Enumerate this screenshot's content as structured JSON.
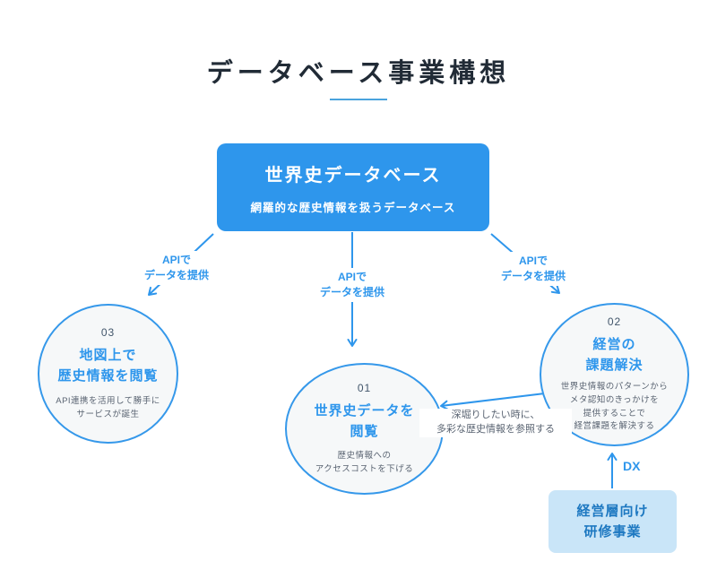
{
  "page": {
    "title": "データベース事業構想",
    "accent_color": "#2e96ec",
    "underline_color": "#4aa3dd",
    "background_color": "#ffffff",
    "title_color": "#212b36"
  },
  "database_box": {
    "title": "世界史データベース",
    "subtitle": "網羅的な歴史情報を扱うデータベース",
    "background_color": "#2e96ec",
    "text_color": "#ffffff"
  },
  "api_arrows": {
    "left": {
      "line1": "APIで",
      "line2": "データを提供"
    },
    "center": {
      "line1": "APIで",
      "line2": "データを提供"
    },
    "right": {
      "line1": "APIで",
      "line2": "データを提供"
    }
  },
  "circles": [
    {
      "number": "03",
      "title_line1": "地図上で",
      "title_line2": "歴史情報を閲覧",
      "desc_line1": "API連携を活用して勝手に",
      "desc_line2": "サービスが誕生"
    },
    {
      "number": "01",
      "title_line1": "世界史データを",
      "title_line2": "閲覧",
      "desc_line1": "歴史情報への",
      "desc_line2": "アクセスコストを下げる"
    },
    {
      "number": "02",
      "title_line1": "経営の",
      "title_line2": "課題解決",
      "desc_line1": "世界史情報のパターンから",
      "desc_line2": "メタ認知のきっかけを",
      "desc_line3": "提供することで",
      "desc_line4": "経営課題を解決する"
    }
  ],
  "reference_arrow": {
    "line1": "深堀りしたい時に、",
    "line2": "多彩な歴史情報を参照する"
  },
  "dx_arrow": {
    "label": "DX"
  },
  "training_box": {
    "line1": "経営層向け",
    "line2": "研修事業",
    "background_color": "#c9e5f8",
    "text_color": "#1d78c1"
  }
}
